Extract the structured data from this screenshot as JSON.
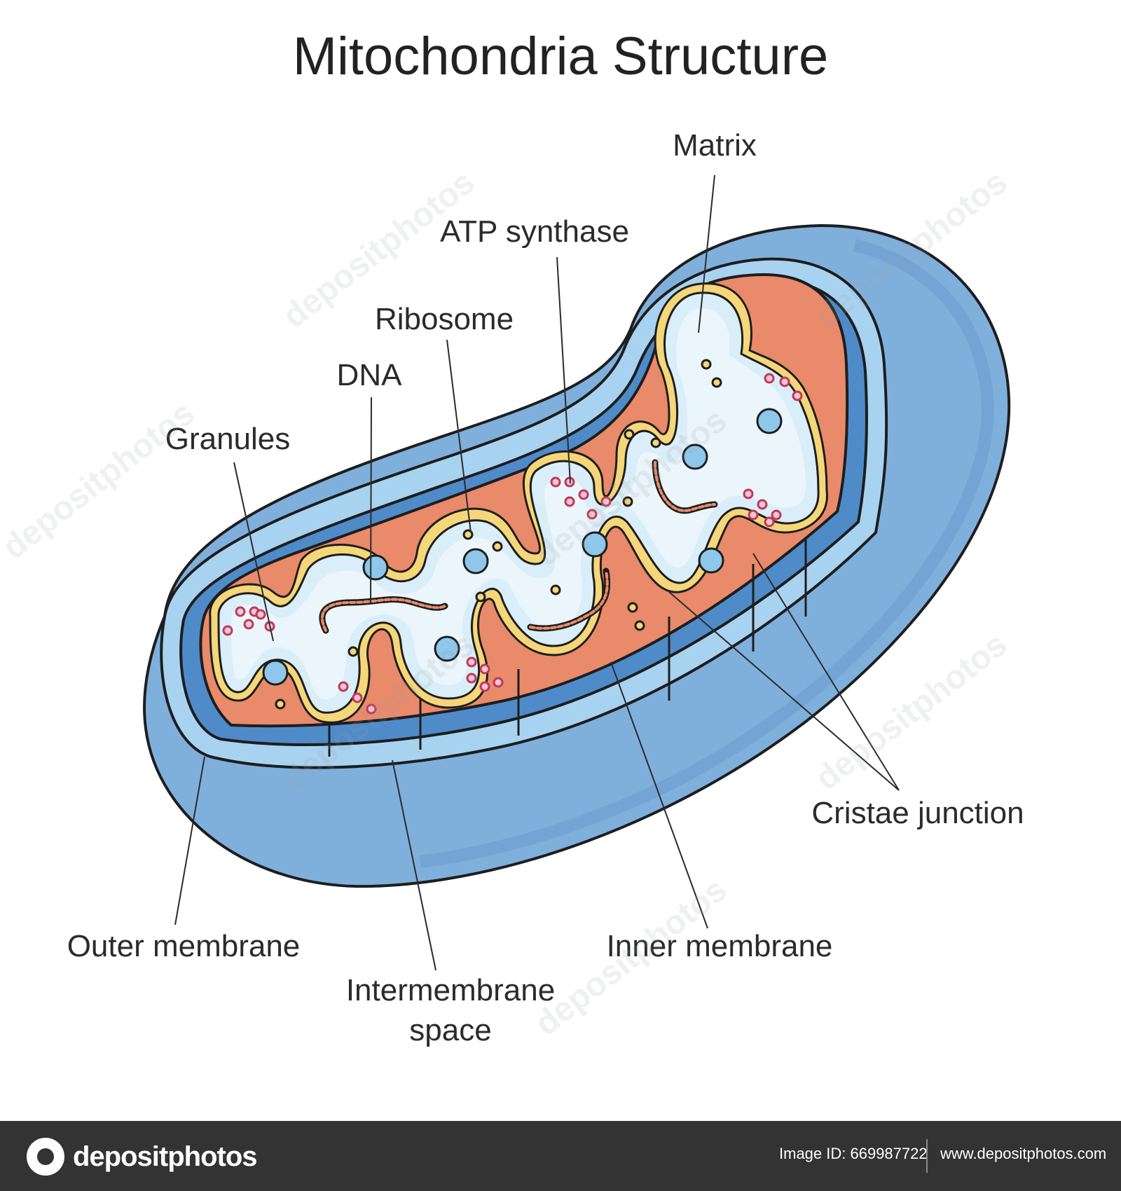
{
  "title": "Mitochondria Structure",
  "labels": {
    "matrix": "Matrix",
    "atp_synthase": "ATP synthase",
    "ribosome": "Ribosome",
    "dna": "DNA",
    "granules": "Granules",
    "cristae_junction": "Cristae junction",
    "outer_membrane": "Outer membrane",
    "intermembrane_space_line1": "Intermembrane",
    "intermembrane_space_line2": "space",
    "inner_membrane": "Inner membrane"
  },
  "watermark": "depositphotos",
  "footer": {
    "logo_text": "depositphotos",
    "image_id": "Image ID: 669987722",
    "url": "www.depositphotos.com"
  },
  "colors": {
    "outer_shell": "#7fb0dc",
    "outer_rim": "#a8d3f0",
    "intermembrane": "#4f8bc9",
    "inner_body": "#e98a6a",
    "inner_membrane_line": "#f5d77a",
    "matrix": "#d9eef8",
    "footer_bg": "#333333"
  }
}
